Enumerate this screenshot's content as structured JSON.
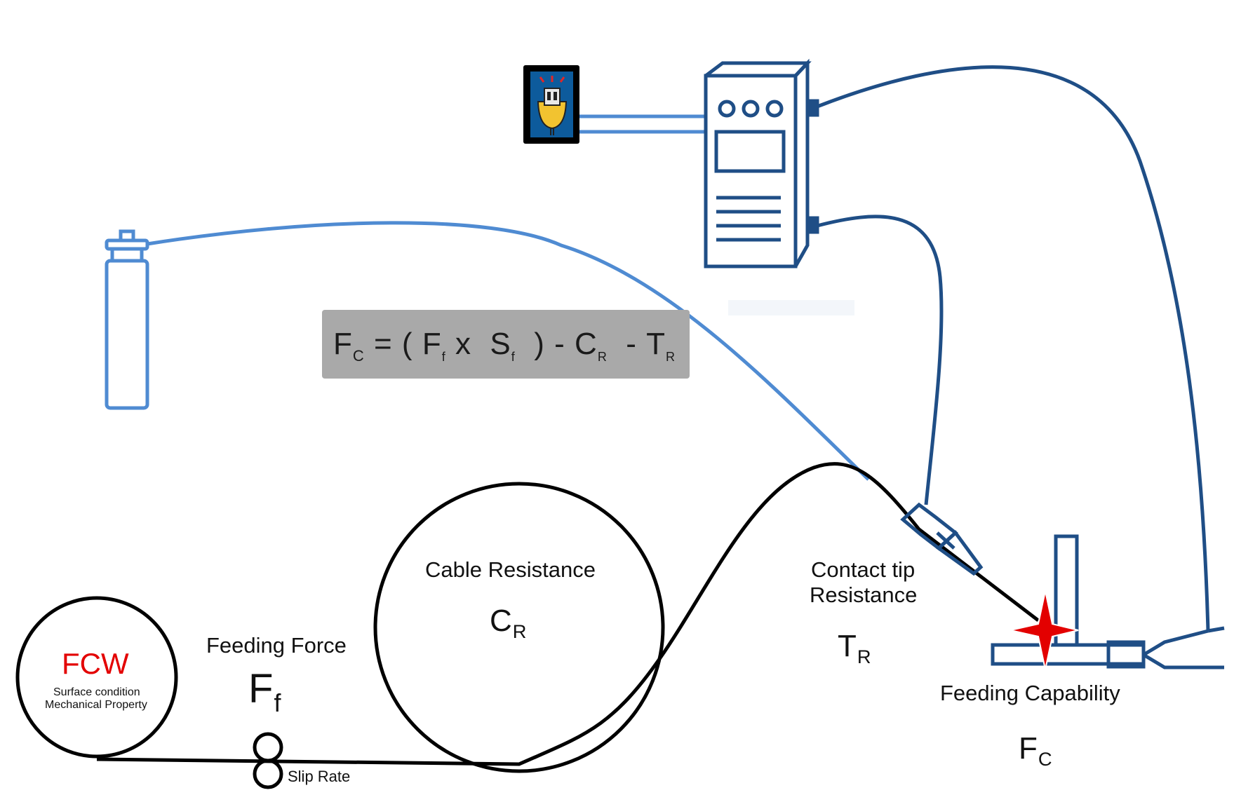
{
  "formula": {
    "fc": "F",
    "fc_sub": "C",
    "eq": "= (",
    "ff": "F",
    "ff_sub": "f",
    "times": "x",
    "s": "S",
    "s_sub": "f",
    "close": ")",
    "minus1": "-",
    "c": "C",
    "c_sub": "R",
    "minus2": "-",
    "t": "T",
    "t_sub": "R"
  },
  "fcw": {
    "title": "FCW",
    "line1": "Surface condition",
    "line2": "Mechanical Property"
  },
  "feeding_force": {
    "label": "Feeding Force",
    "symbol": "F",
    "sub": "f"
  },
  "slip_rate": "Slip Rate",
  "cable_resistance": {
    "label": "Cable Resistance",
    "symbol": "C",
    "sub": "R"
  },
  "contact_tip": {
    "line1": "Contact tip",
    "line2": "Resistance",
    "symbol": "T",
    "sub": "R"
  },
  "feeding_capability": {
    "label": "Feeding Capability",
    "symbol": "F",
    "sub": "C"
  },
  "colors": {
    "dark_blue": "#1f4e86",
    "light_blue": "#4f8bd2",
    "red": "#e30000",
    "black": "#000000",
    "formula_bg": "#a9a9a9"
  }
}
